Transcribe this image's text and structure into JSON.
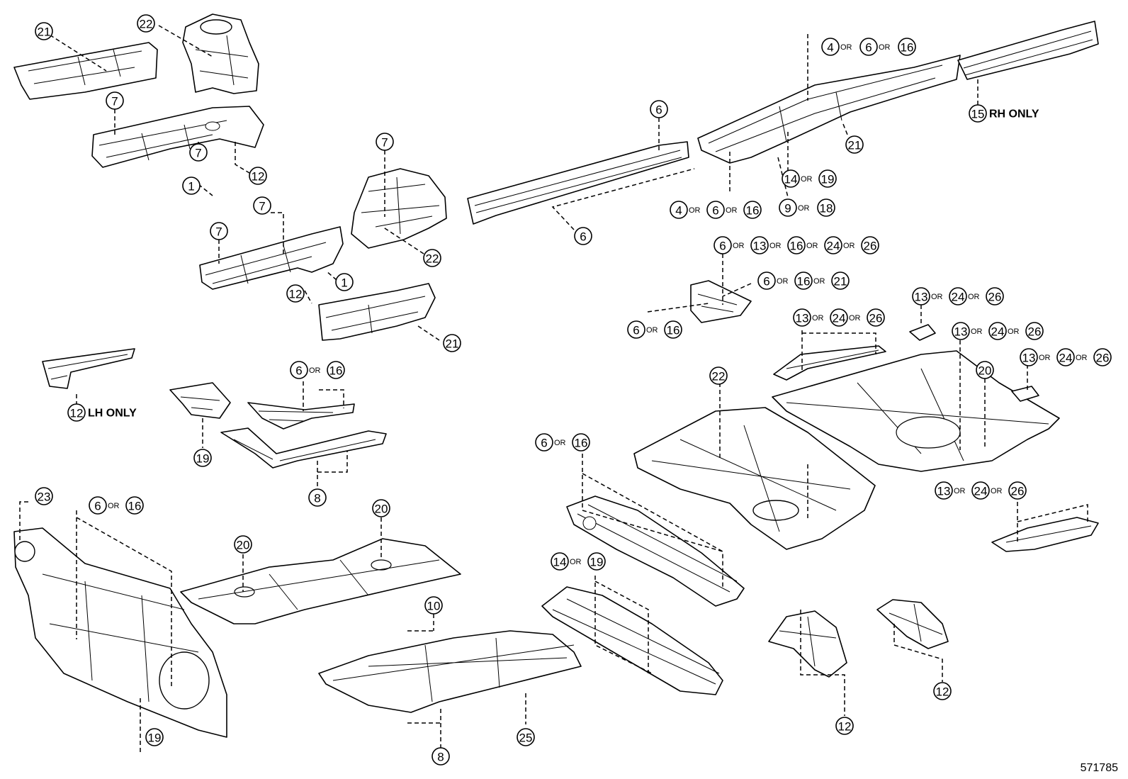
{
  "callouts": {
    "c21a": "21",
    "c22a": "22",
    "c7a": "7",
    "c7b": "7",
    "c12a": "12",
    "c1a": "1",
    "c7c": "7",
    "c7d": "7",
    "c12b": "12",
    "c1b": "1",
    "c7e": "7",
    "c22b": "22",
    "c21b": "21",
    "c6a": "6",
    "c6b": "6",
    "g1a": "4",
    "g1b": "6",
    "g1c": "16",
    "c15": "15",
    "c21c": "21",
    "g2a": "4",
    "g2b": "6",
    "g2c": "16",
    "g3a": "14",
    "g3b": "19",
    "g4a": "9",
    "g4b": "18",
    "g5a": "6",
    "g5b": "13",
    "g5c": "16",
    "g5d": "24",
    "g5e": "26",
    "g6a": "6",
    "g6b": "16",
    "g6c": "21",
    "g7a": "6",
    "g7b": "16",
    "g8a": "13",
    "g8b": "24",
    "g8c": "26",
    "g9a": "13",
    "g9b": "24",
    "g9c": "26",
    "g10a": "13",
    "g10b": "24",
    "g10c": "26",
    "g11a": "13",
    "g11b": "24",
    "g11c": "26",
    "g12a": "13",
    "g12b": "24",
    "g12c": "26",
    "c12lh": "12",
    "c19a": "19",
    "g13a": "6",
    "g13b": "16",
    "c8a": "8",
    "c22c": "22",
    "c20a": "20",
    "g14a": "6",
    "g14b": "16",
    "c23": "23",
    "g15a": "6",
    "g15b": "16",
    "c20b": "20",
    "c20c": "20",
    "c10": "10",
    "c8b": "8",
    "c25": "25",
    "g16a": "14",
    "g16b": "19",
    "c12c": "12",
    "c12d": "12",
    "c19b": "19"
  },
  "or_label": "OR",
  "notes": {
    "rh_only": "RH ONLY",
    "lh_only": "LH ONLY"
  },
  "diagram_code": "571785"
}
